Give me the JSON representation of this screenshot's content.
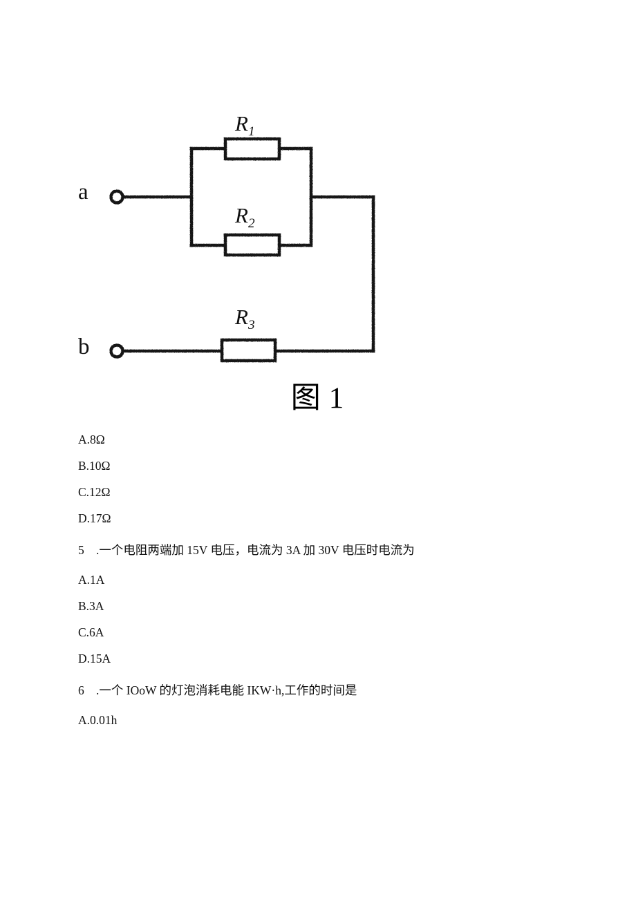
{
  "figure": {
    "caption_char": "图",
    "caption_number": "1",
    "terminals": [
      {
        "name": "a",
        "label": "a"
      },
      {
        "name": "b",
        "label": "b"
      }
    ],
    "resistors": [
      {
        "name": "R1",
        "label": "R",
        "subscript": "1"
      },
      {
        "name": "R2",
        "label": "R",
        "subscript": "2"
      },
      {
        "name": "R3",
        "label": "R",
        "subscript": "3"
      }
    ],
    "description": "R1 and R2 in parallel, in series with R3 between terminals a and b",
    "line_color": "#111111"
  },
  "question4": {
    "options": [
      "A.8Ω",
      "B.10Ω",
      "C.12Ω",
      "D.17Ω"
    ]
  },
  "question5": {
    "number": "5",
    "text": ".一个电阻两端加 15V 电压，电流为 3A 加 30V 电压时电流为",
    "options": [
      "A.1A",
      "B.3A",
      "C.6A",
      "D.15A"
    ]
  },
  "question6": {
    "number": "6",
    "text": ".一个 IOoW 的灯泡消耗电能 IKW·h,工作的时间是",
    "options": [
      "A.0.01h"
    ]
  }
}
